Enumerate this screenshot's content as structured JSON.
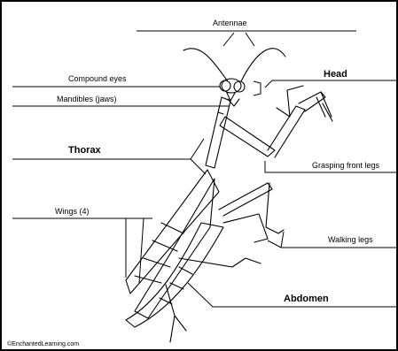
{
  "labels": {
    "antennae": "Antennae",
    "compound_eyes": "Compound eyes",
    "head": "Head",
    "mandibles": "Mandibles (jaws)",
    "thorax": "Thorax",
    "grasping_front_legs": "Grasping front legs",
    "wings": "Wings (4)",
    "walking_legs": "Walking legs",
    "abdomen": "Abdomen"
  },
  "copyright": "©EnchantedLearning.com",
  "colors": {
    "line": "#000000",
    "background": "#ffffff"
  }
}
